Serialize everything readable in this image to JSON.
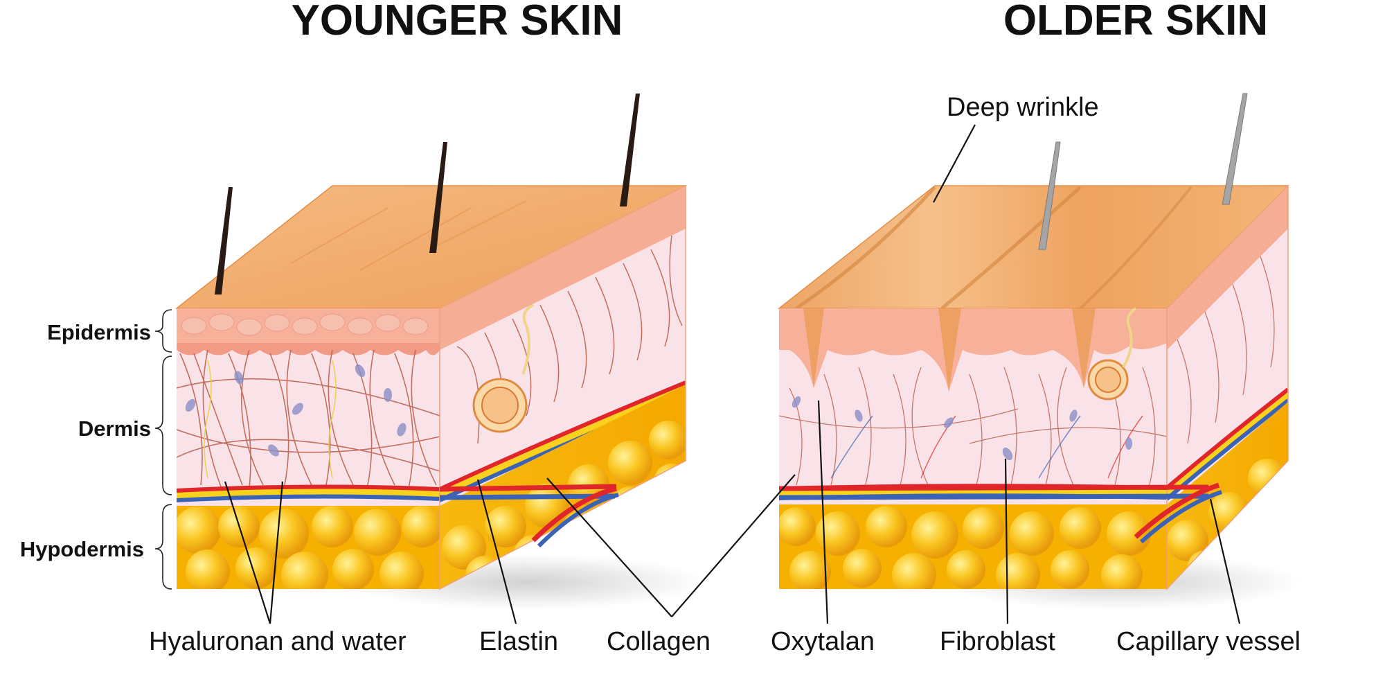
{
  "titles": {
    "younger": "YOUNGER SKIN",
    "older": "OLDER SKIN"
  },
  "layers": {
    "epidermis": "Epidermis",
    "dermis": "Dermis",
    "hypodermis": "Hypodermis"
  },
  "callouts": {
    "deep_wrinkle": "Deep wrinkle",
    "hyaluronan": "Hyaluronan and water",
    "elastin": "Elastin",
    "collagen": "Collagen",
    "oxytalan": "Oxytalan",
    "fibroblast": "Fibroblast",
    "capillary": "Capillary vessel"
  },
  "colors": {
    "skin_top": "#f3b071",
    "skin_top_dark": "#e99a55",
    "epidermis": "#f7b39a",
    "dermis": "#f9e1e6",
    "fat": "#f8c21c",
    "fat_light": "#ffe36a",
    "collagen": "#b4584a",
    "artery": "#e0262b",
    "vein": "#3a63b8",
    "hair": "#2a1a14",
    "gray_hair": "#9a9a9a"
  }
}
